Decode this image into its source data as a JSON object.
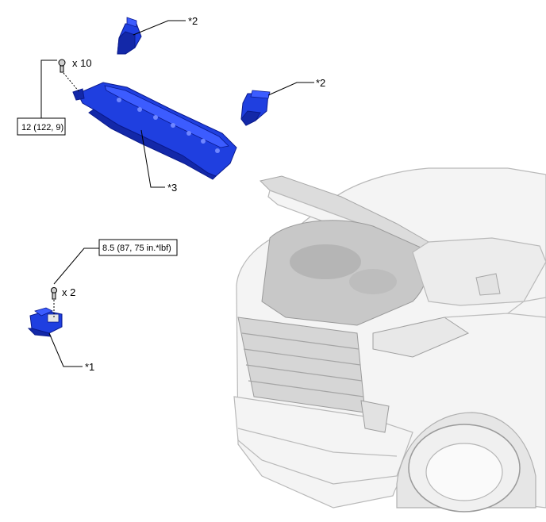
{
  "callouts": {
    "c1": "*1",
    "c2_top": "*2",
    "c2_right": "*2",
    "c3": "*3"
  },
  "quantities": {
    "upper_bolts": "x 10",
    "lower_bolts": "x 2"
  },
  "torque_specs": {
    "upper": "12 (122, 9)",
    "lower": "8.5 (87, 75 in.*lbf)"
  },
  "colors": {
    "part_highlight": "#1f3fe0",
    "vehicle": "#f4f4f4",
    "outline": "#000000"
  }
}
